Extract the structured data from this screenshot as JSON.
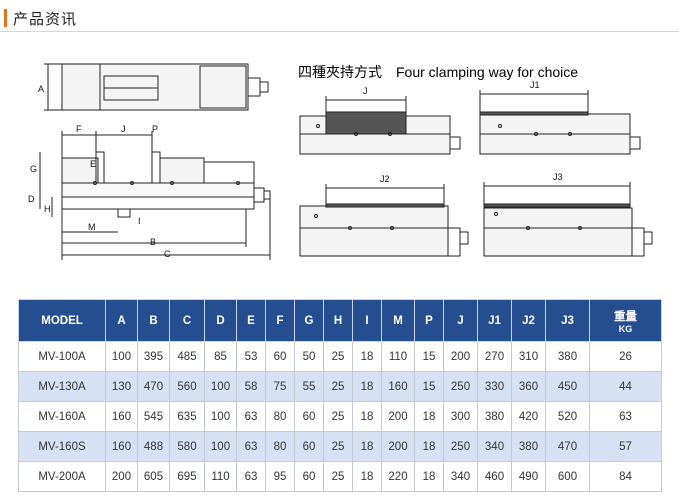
{
  "section": {
    "title": "产品资讯"
  },
  "caption": {
    "zh": "四種夾持方式",
    "en": "Four clamping way for choice"
  },
  "diagram": {
    "labels": [
      "A",
      "F",
      "J",
      "P",
      "G",
      "E",
      "D",
      "H",
      "M",
      "I",
      "B",
      "C"
    ],
    "clamp_labels": [
      "J",
      "J1",
      "J2",
      "J3"
    ]
  },
  "table": {
    "headers": [
      "MODEL",
      "A",
      "B",
      "C",
      "D",
      "E",
      "F",
      "G",
      "H",
      "I",
      "M",
      "P",
      "J",
      "J1",
      "J2",
      "J3"
    ],
    "weight": {
      "zh": "重量",
      "unit": "KG"
    },
    "rows": [
      [
        "MV-100A",
        "100",
        "395",
        "485",
        "85",
        "53",
        "60",
        "50",
        "25",
        "18",
        "110",
        "15",
        "200",
        "270",
        "310",
        "380",
        "26"
      ],
      [
        "MV-130A",
        "130",
        "470",
        "560",
        "100",
        "58",
        "75",
        "55",
        "25",
        "18",
        "160",
        "15",
        "250",
        "330",
        "360",
        "450",
        "44"
      ],
      [
        "MV-160A",
        "160",
        "545",
        "635",
        "100",
        "63",
        "80",
        "60",
        "25",
        "18",
        "200",
        "18",
        "300",
        "380",
        "420",
        "520",
        "63"
      ],
      [
        "MV-160S",
        "160",
        "488",
        "580",
        "100",
        "63",
        "80",
        "60",
        "25",
        "18",
        "200",
        "18",
        "250",
        "340",
        "380",
        "470",
        "57"
      ],
      [
        "MV-200A",
        "200",
        "605",
        "695",
        "110",
        "63",
        "95",
        "60",
        "25",
        "18",
        "220",
        "18",
        "340",
        "460",
        "490",
        "600",
        "84"
      ]
    ]
  }
}
